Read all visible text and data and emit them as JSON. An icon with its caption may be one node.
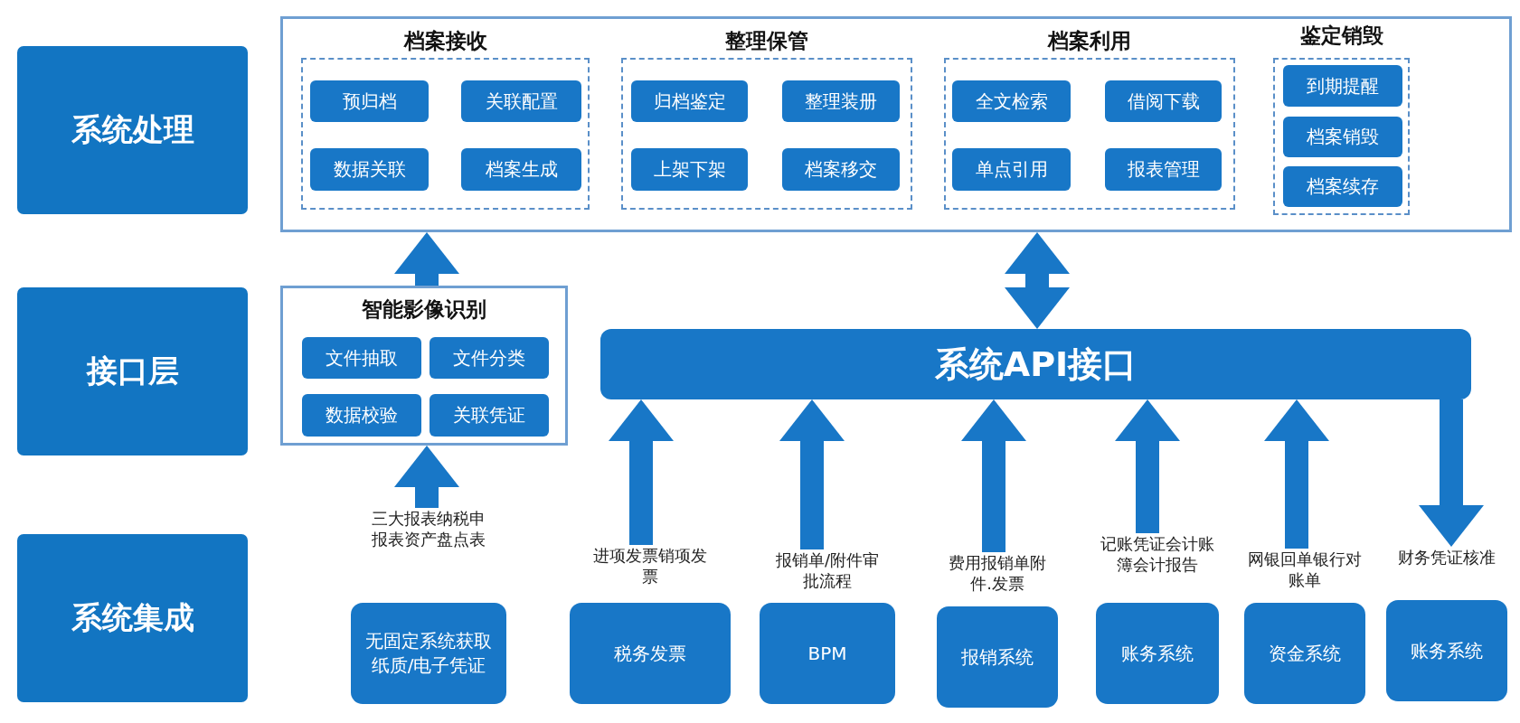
{
  "diagram": {
    "nodes": [
      {
        "text": [
          "系统处理"
        ]
      },
      {
        "text": [
          "接口层"
        ]
      },
      {
        "text": [
          "系统集成"
        ]
      },
      {
        "text": [],
        "shape": "box"
      },
      {
        "text": [
          "档案接收"
        ],
        "in": 3
      },
      {
        "text": [
          "预归档"
        ],
        "in": 4
      },
      {
        "text": [
          "关联配置"
        ],
        "in": 4
      },
      {
        "text": [
          "数据关联"
        ],
        "in": 4
      },
      {
        "text": [
          "档案生成"
        ],
        "in": 4
      },
      {
        "text": [
          "整理保管"
        ],
        "in": 3
      },
      {
        "text": [
          "归档鉴定"
        ],
        "in": 9
      },
      {
        "text": [
          "整理装册"
        ],
        "in": 9
      },
      {
        "text": [
          "上架下架"
        ],
        "in": 9
      },
      {
        "text": [
          "档案移交"
        ],
        "in": 9
      },
      {
        "text": [
          "档案利用"
        ],
        "in": 3
      },
      {
        "text": [
          "全文检索"
        ],
        "in": 14
      },
      {
        "text": [
          "借阅下载"
        ],
        "in": 14
      },
      {
        "text": [
          "单点引用"
        ],
        "in": 14
      },
      {
        "text": [
          "报表管理"
        ],
        "in": 14
      },
      {
        "text": [
          "鉴定销毁"
        ],
        "in": 3
      },
      {
        "text": [
          "到期提醒"
        ],
        "in": 19
      },
      {
        "text": [
          "档案销毁"
        ],
        "in": 19
      },
      {
        "text": [
          "档案续存"
        ],
        "in": 19
      },
      {
        "text": [
          "智能影像识别"
        ]
      },
      {
        "text": [
          "文件抽取"
        ],
        "in": 23
      },
      {
        "text": [
          "文件分类"
        ],
        "in": 23
      },
      {
        "text": [
          "数据校验"
        ],
        "in": 23
      },
      {
        "text": [
          "关联凭证"
        ],
        "in": 23
      },
      {
        "text": [
          "系统API接口"
        ]
      },
      {
        "text": [
          "无固定系统获取纸质/电子凭证"
        ],
        "beside": [
          "三大报表纳税申报表资产盘点表"
        ]
      },
      {
        "text": [
          "税务发票"
        ],
        "beside": [
          "进项发票销项发票"
        ]
      },
      {
        "text": [
          "BPM"
        ],
        "beside": [
          "报销单/附件审批流程"
        ]
      },
      {
        "text": [
          "报销系统"
        ],
        "beside": [
          "费用报销单附件.发票"
        ]
      },
      {
        "text": [
          "账务系统"
        ],
        "beside": [
          "记账凭证会计账簿会计报告"
        ]
      },
      {
        "text": [
          "资金系统"
        ],
        "beside": [
          "网银回单银行对账单"
        ]
      },
      {
        "text": [
          "账务系统"
        ],
        "beside": [
          "财务凭证核准"
        ]
      }
    ],
    "edges": [
      {
        "from": 29,
        "to": 23,
        "arrow": "to"
      },
      {
        "from": 23,
        "to": 3,
        "arrow": "to"
      },
      {
        "from": 28,
        "to": 3,
        "arrow": "both"
      },
      {
        "from": 30,
        "to": 28,
        "arrow": "to"
      },
      {
        "from": 31,
        "to": 28,
        "arrow": "to"
      },
      {
        "from": 32,
        "to": 28,
        "arrow": "to"
      },
      {
        "from": 33,
        "to": 28,
        "arrow": "to"
      },
      {
        "from": 34,
        "to": 28,
        "arrow": "to"
      },
      {
        "from": 28,
        "to": 35,
        "arrow": "to"
      }
    ]
  }
}
